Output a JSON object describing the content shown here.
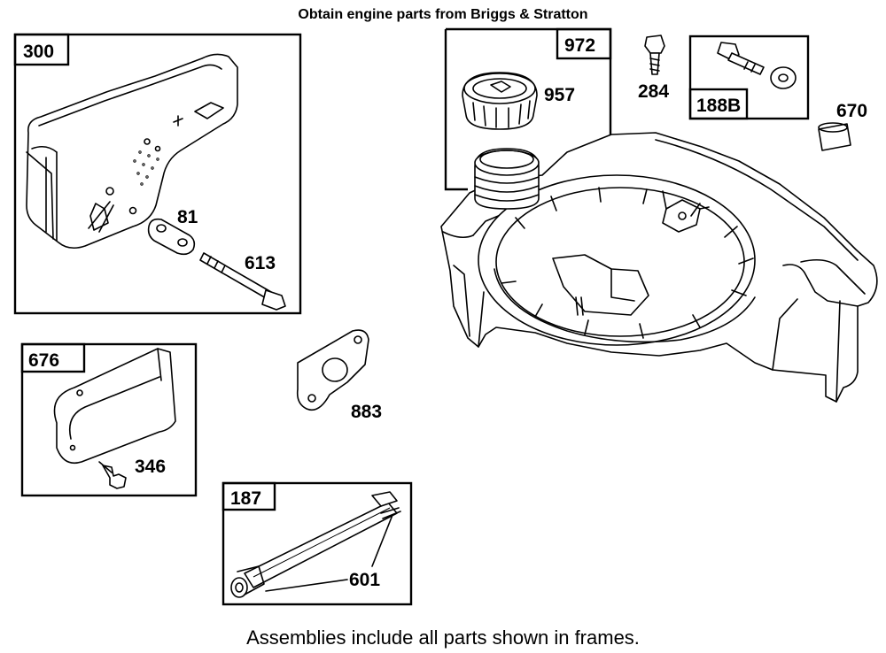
{
  "header": {
    "note": "Obtain engine parts from Briggs & Stratton"
  },
  "footer": {
    "note": "Assemblies include all parts shown in frames."
  },
  "frames": {
    "f300": "300",
    "f676": "676",
    "f187": "187",
    "f972": "972",
    "f188b": "188B"
  },
  "parts": {
    "p81": "81",
    "p613": "613",
    "p346": "346",
    "p883": "883",
    "p601": "601",
    "p957": "957",
    "p284": "284",
    "p670": "670"
  }
}
